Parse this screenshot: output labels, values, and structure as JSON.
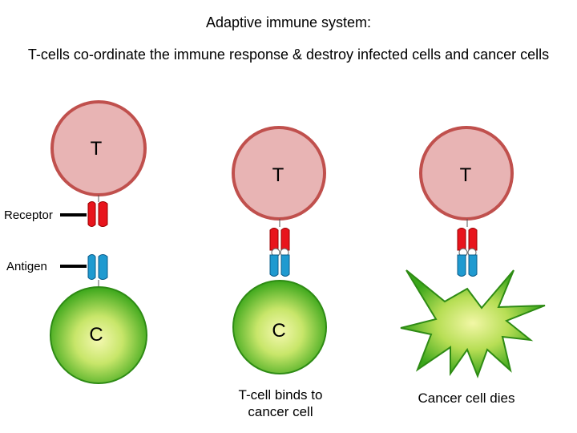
{
  "title": "Adaptive immune system:",
  "subtitle": "T-cells co-ordinate the immune response & destroy infected cells and cancer cells",
  "t_cell_label": "T",
  "cancer_cell_label": "C",
  "receptor_label": "Receptor",
  "antigen_label": "Antigen",
  "captions": {
    "binding": "T-cell binds to cancer cell",
    "death": "Cancer cell dies"
  },
  "colors": {
    "t_cell_fill": "#e8b4b4",
    "t_cell_border": "#c0504d",
    "receptor": "#e8141c",
    "antigen": "#1f9ad0",
    "cancer_outer": "#3aa61a",
    "cancer_inner": "#f2f7a6"
  }
}
